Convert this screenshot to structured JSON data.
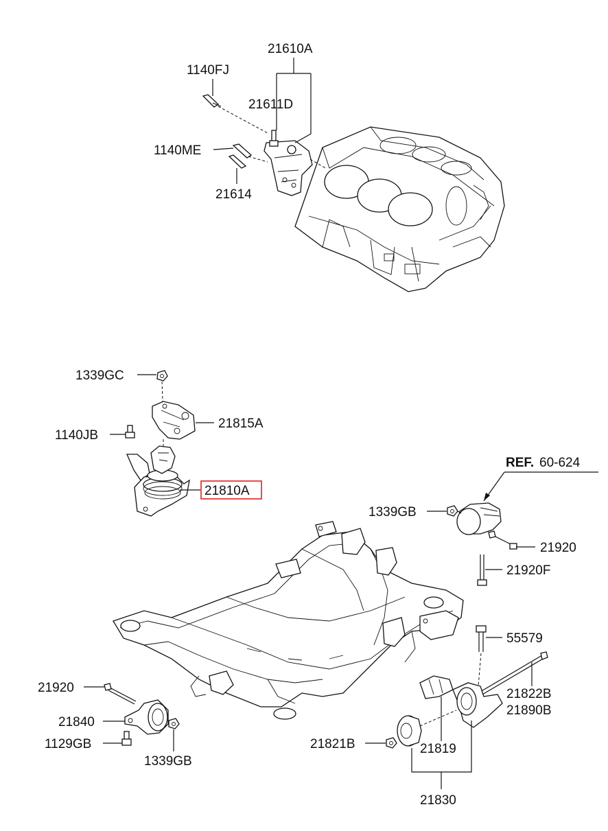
{
  "labels": {
    "p21610A": "21610A",
    "p1140FJ": "1140FJ",
    "p21611D": "21611D",
    "p1140ME": "1140ME",
    "p21614": "21614",
    "p1339GC": "1339GC",
    "p21815A": "21815A",
    "p1140JB": "1140JB",
    "p21810A": "21810A",
    "ref_bold": "REF.",
    "ref_num": "60-624",
    "p1339GB_top": "1339GB",
    "p21920_right": "21920",
    "p21920F": "21920F",
    "p55579": "55579",
    "p21822B": "21822B",
    "p21890B": "21890B",
    "p21920_left": "21920",
    "p21840": "21840",
    "p1129GB": "1129GB",
    "p1339GB_bottom": "1339GB",
    "p21821B": "21821B",
    "p21819": "21819",
    "p21830": "21830"
  },
  "highlight": {
    "part": "21810A",
    "color": "#e0201e"
  }
}
